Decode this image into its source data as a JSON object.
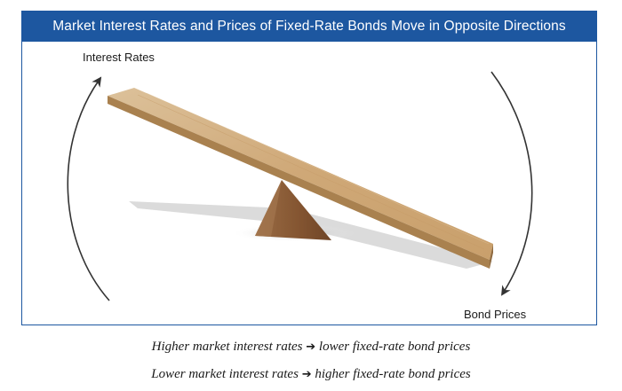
{
  "title": "Market Interest Rates and Prices of Fixed-Rate Bonds Move in Opposite Directions",
  "labels": {
    "left": "Interest Rates",
    "right": "Bond Prices"
  },
  "captions": [
    {
      "before": "Higher market interest rates",
      "arrow": "➔",
      "after": "lower fixed-rate bond prices"
    },
    {
      "before": "Lower market interest rates",
      "arrow": "➔",
      "after": "higher fixed-rate bond prices"
    }
  ],
  "icons": {
    "left_arrow": "curved-up-arrow-icon",
    "right_arrow": "curved-down-arrow-icon",
    "seesaw": "seesaw-icon"
  },
  "colors": {
    "title_bar": "#1d57a0",
    "plank_top": "#d2b48c",
    "plank_edge": "#a07a4e",
    "fulcrum": "#8a5e3a",
    "arrow": "#333333"
  }
}
